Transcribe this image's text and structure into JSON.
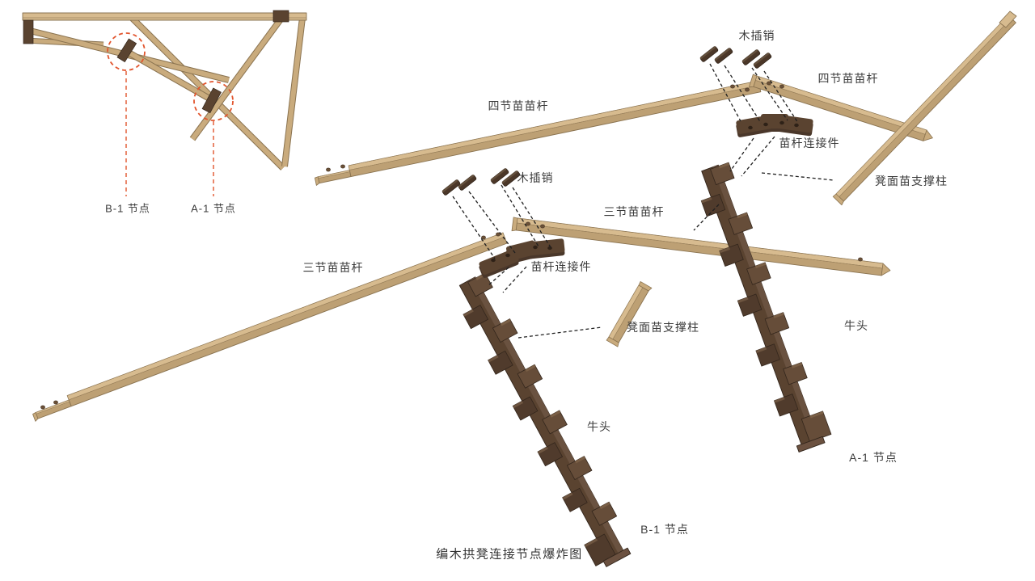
{
  "title": "编木拱凳连接节点爆炸图",
  "labels": {
    "inset_node_b": "B-1 节点",
    "inset_node_a": "A-1 节点",
    "peg_top": "木插销",
    "peg_mid": "木插销",
    "beam4_top": "四节苗苗杆",
    "beam4_mid": "四节苗苗杆",
    "beam3_right": "三节苗苗杆",
    "beam3_left": "三节苗苗杆",
    "connector_top": "苗杆连接件",
    "connector_mid": "苗杆连接件",
    "support_right": "凳面苗支撑柱",
    "support_mid": "凳面苗支撑柱",
    "oxhead_left": "牛头",
    "oxhead_right": "牛头",
    "node_b": "B-1 节点",
    "node_a": "A-1 节点"
  },
  "colors": {
    "background": "#ffffff",
    "wood_light_top": "#d7bb8f",
    "wood_light_side": "#bda074",
    "wood_light_end": "#c9ab7d",
    "wood_outline": "#8a7350",
    "wood_grain": "#9a815c",
    "wood_dark": "#5a4330",
    "wood_dark_side": "#4a372a",
    "wood_dark_light": "#6a5240",
    "wood_dark_outline": "#33261c",
    "hole": "#6b5137",
    "dash": "#1f1f1f",
    "accent_orange": "#e2552e",
    "text": "#3b3b3b"
  }
}
